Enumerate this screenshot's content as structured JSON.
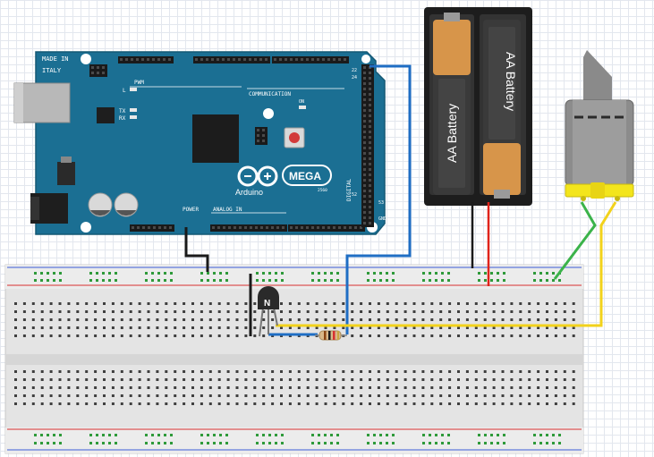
{
  "arduino": {
    "made_in": "MADE IN",
    "italy": "ITALY",
    "brand": "Arduino",
    "model": "MEGA",
    "model_sub": "2560",
    "pwm": "PWM",
    "communication": "COMMUNICATION",
    "digital": "DIGITAL",
    "power": "POWER",
    "analog_in": "ANALOG IN",
    "led_l": "L",
    "led_tx": "TX",
    "led_rx": "RX",
    "on": "ON",
    "gnd": "GND",
    "pin_22": "22",
    "pin_24": "24",
    "pin_52": "52",
    "pin_53": "53"
  },
  "battery_pack": {
    "cell_1": "AA Battery",
    "cell_2": "AA Battery"
  },
  "transistor": {
    "mark": "N"
  },
  "breadboard": {},
  "colors": {
    "board": "#1b6f93",
    "breadboard": "#e5e5e5",
    "wire_blue": "#1f6ec4",
    "wire_yellow": "#f2d21b",
    "wire_green": "#3bb34a",
    "wire_red": "#e0241b",
    "wire_black": "#1a1a1a"
  }
}
